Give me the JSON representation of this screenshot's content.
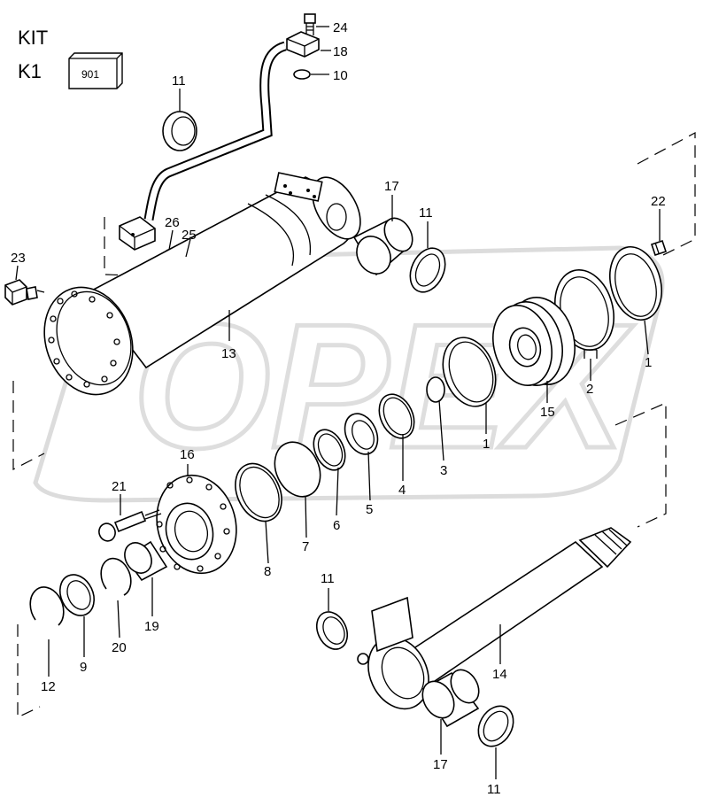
{
  "header": {
    "kit": "KIT",
    "k1": "K1",
    "box": "901"
  },
  "watermark": "OPEX",
  "callouts": {
    "c24": "24",
    "c18": "18",
    "c10": "10",
    "c11a": "11",
    "c17a": "17",
    "c11b": "11",
    "c22": "22",
    "c26": "26",
    "c25": "25",
    "c23": "23",
    "c13": "13",
    "c1a": "1",
    "c2": "2",
    "c15": "15",
    "c1b": "1",
    "c3": "3",
    "c4": "4",
    "c5": "5",
    "c6": "6",
    "c7": "7",
    "c8": "8",
    "c16": "16",
    "c21": "21",
    "c19": "19",
    "c20": "20",
    "c9": "9",
    "c12": "12",
    "c11c": "11",
    "c14": "14",
    "c17b": "17",
    "c11d": "11"
  }
}
